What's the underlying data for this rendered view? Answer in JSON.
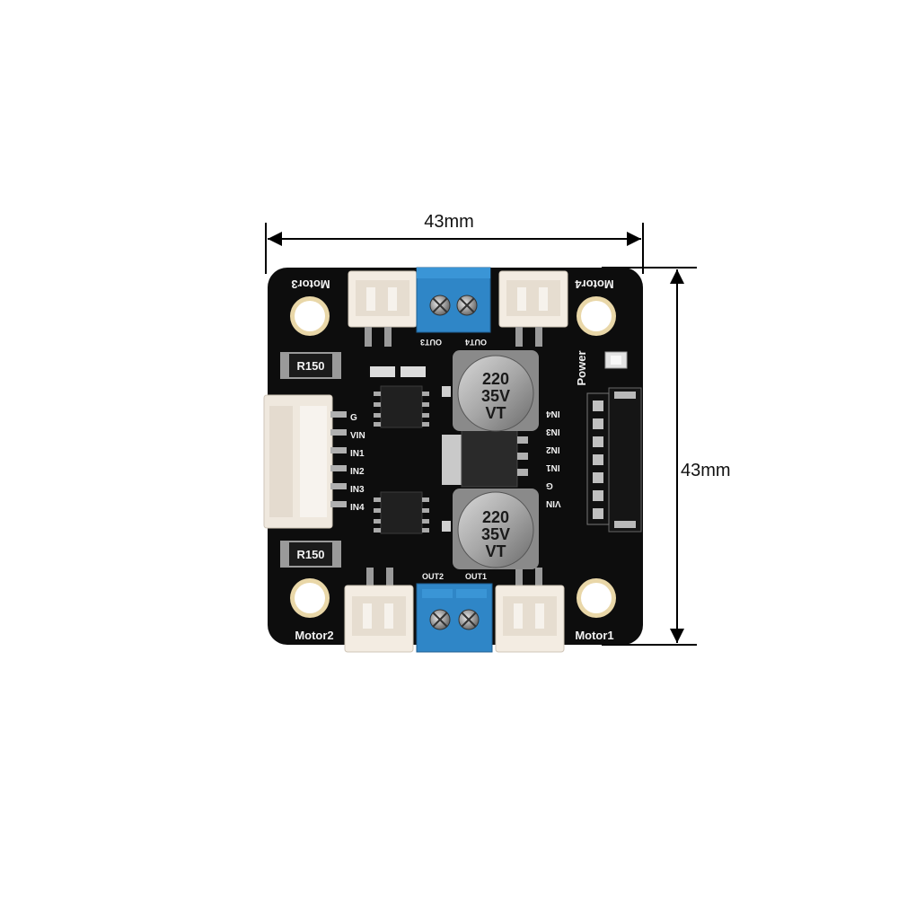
{
  "dimensions": {
    "width": "43mm",
    "height": "43mm"
  },
  "board": {
    "motors": {
      "m1": "Motor1",
      "m2": "Motor2",
      "m3": "Motor3",
      "m4": "Motor4"
    },
    "outputs": {
      "out1": "OUT1",
      "out2": "OUT2",
      "out3": "OUT3",
      "out4": "OUT4"
    },
    "power_label": "Power",
    "resistor_label": "R150",
    "capacitor": {
      "line1": "220",
      "line2": "35V",
      "line3": "VT"
    },
    "left_pins": [
      "G",
      "VIN",
      "IN1",
      "IN2",
      "IN3",
      "IN4"
    ],
    "right_pins": [
      "IN4",
      "IN3",
      "IN2",
      "IN1",
      "G",
      "VIN"
    ]
  },
  "colors": {
    "pcb": "#0d0d0d",
    "terminal_blue": "#2f86c7",
    "connector": "#f3ece2",
    "silkscreen": "#f2f2f2"
  }
}
